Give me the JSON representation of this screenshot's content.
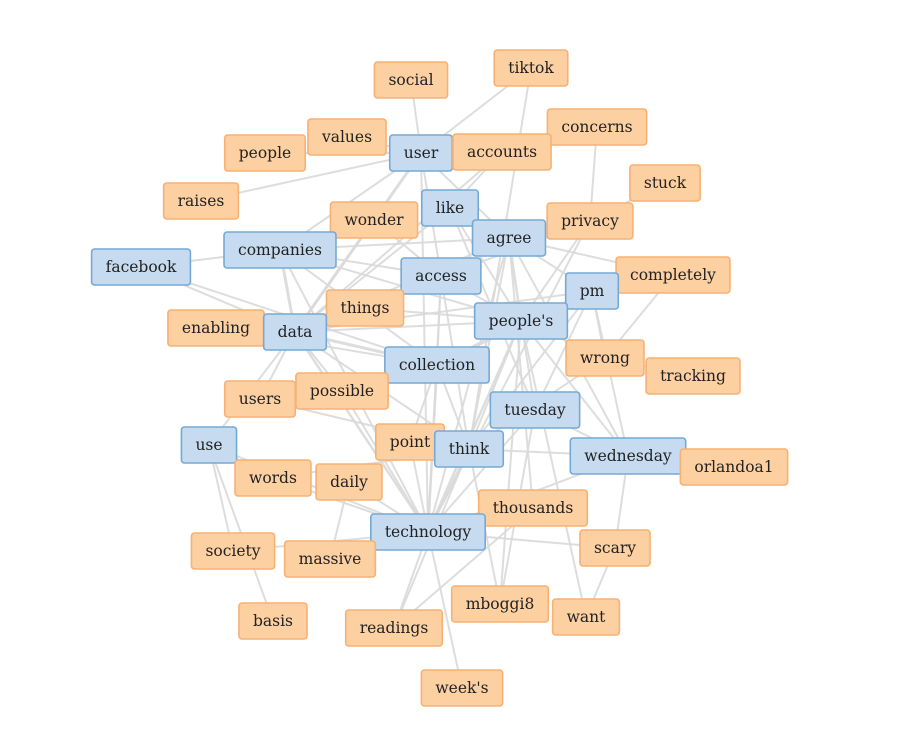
{
  "colors": {
    "blue_group": "#c6dbf0",
    "orange_group": "#fdd0a2"
  },
  "nodes": [
    {
      "id": "social",
      "label": "social",
      "group": "orange"
    },
    {
      "id": "tiktok",
      "label": "tiktok",
      "group": "orange"
    },
    {
      "id": "values",
      "label": "values",
      "group": "orange"
    },
    {
      "id": "concerns",
      "label": "concerns",
      "group": "orange"
    },
    {
      "id": "people",
      "label": "people",
      "group": "orange"
    },
    {
      "id": "user",
      "label": "user",
      "group": "blue"
    },
    {
      "id": "accounts",
      "label": "accounts",
      "group": "orange"
    },
    {
      "id": "stuck",
      "label": "stuck",
      "group": "orange"
    },
    {
      "id": "raises",
      "label": "raises",
      "group": "orange"
    },
    {
      "id": "like",
      "label": "like",
      "group": "blue"
    },
    {
      "id": "wonder",
      "label": "wonder",
      "group": "orange"
    },
    {
      "id": "privacy",
      "label": "privacy",
      "group": "orange"
    },
    {
      "id": "agree",
      "label": "agree",
      "group": "blue"
    },
    {
      "id": "companies",
      "label": "companies",
      "group": "blue"
    },
    {
      "id": "facebook",
      "label": "facebook",
      "group": "blue"
    },
    {
      "id": "access",
      "label": "access",
      "group": "blue"
    },
    {
      "id": "completely",
      "label": "completely",
      "group": "orange"
    },
    {
      "id": "pm",
      "label": "pm",
      "group": "blue"
    },
    {
      "id": "things",
      "label": "things",
      "group": "orange"
    },
    {
      "id": "enabling",
      "label": "enabling",
      "group": "orange"
    },
    {
      "id": "data",
      "label": "data",
      "group": "blue"
    },
    {
      "id": "peoples",
      "label": "people's",
      "group": "blue"
    },
    {
      "id": "wrong",
      "label": "wrong",
      "group": "orange"
    },
    {
      "id": "collection",
      "label": "collection",
      "group": "blue"
    },
    {
      "id": "tracking",
      "label": "tracking",
      "group": "orange"
    },
    {
      "id": "possible",
      "label": "possible",
      "group": "orange"
    },
    {
      "id": "users",
      "label": "users",
      "group": "orange"
    },
    {
      "id": "tuesday",
      "label": "tuesday",
      "group": "blue"
    },
    {
      "id": "point",
      "label": "point",
      "group": "orange"
    },
    {
      "id": "use",
      "label": "use",
      "group": "blue"
    },
    {
      "id": "think",
      "label": "think",
      "group": "blue"
    },
    {
      "id": "wednesday",
      "label": "wednesday",
      "group": "blue"
    },
    {
      "id": "orlandoa1",
      "label": "orlandoa1",
      "group": "orange"
    },
    {
      "id": "words",
      "label": "words",
      "group": "orange"
    },
    {
      "id": "daily",
      "label": "daily",
      "group": "orange"
    },
    {
      "id": "thousands",
      "label": "thousands",
      "group": "orange"
    },
    {
      "id": "technology",
      "label": "technology",
      "group": "blue"
    },
    {
      "id": "society",
      "label": "society",
      "group": "orange"
    },
    {
      "id": "massive",
      "label": "massive",
      "group": "orange"
    },
    {
      "id": "scary",
      "label": "scary",
      "group": "orange"
    },
    {
      "id": "mboggi8",
      "label": "mboggi8",
      "group": "orange"
    },
    {
      "id": "want",
      "label": "want",
      "group": "orange"
    },
    {
      "id": "basis",
      "label": "basis",
      "group": "orange"
    },
    {
      "id": "readings",
      "label": "readings",
      "group": "orange"
    },
    {
      "id": "weeks",
      "label": "week's",
      "group": "orange"
    }
  ],
  "edges": [
    [
      "social",
      "user"
    ],
    [
      "tiktok",
      "think"
    ],
    [
      "tiktok",
      "user"
    ],
    [
      "values",
      "user"
    ],
    [
      "people",
      "user"
    ],
    [
      "concerns",
      "user"
    ],
    [
      "concerns",
      "privacy"
    ],
    [
      "raises",
      "user"
    ],
    [
      "stuck",
      "privacy"
    ],
    [
      "user",
      "data"
    ],
    [
      "user",
      "companies"
    ],
    [
      "user",
      "access"
    ],
    [
      "user",
      "technology"
    ],
    [
      "user",
      "agree"
    ],
    [
      "accounts",
      "user"
    ],
    [
      "accounts",
      "data"
    ],
    [
      "accounts",
      "like"
    ],
    [
      "like",
      "data"
    ],
    [
      "like",
      "agree"
    ],
    [
      "like",
      "peoples"
    ],
    [
      "like",
      "tuesday"
    ],
    [
      "wonder",
      "data"
    ],
    [
      "wonder",
      "access"
    ],
    [
      "privacy",
      "data"
    ],
    [
      "privacy",
      "peoples"
    ],
    [
      "privacy",
      "technology"
    ],
    [
      "agree",
      "peoples"
    ],
    [
      "agree",
      "pm"
    ],
    [
      "agree",
      "think"
    ],
    [
      "agree",
      "wednesday"
    ],
    [
      "agree",
      "thousands"
    ],
    [
      "agree",
      "companies"
    ],
    [
      "agree",
      "technology"
    ],
    [
      "agree",
      "data"
    ],
    [
      "companies",
      "data"
    ],
    [
      "companies",
      "technology"
    ],
    [
      "companies",
      "peoples"
    ],
    [
      "companies",
      "access"
    ],
    [
      "companies",
      "collection"
    ],
    [
      "facebook",
      "data"
    ],
    [
      "facebook",
      "companies"
    ],
    [
      "facebook",
      "collection"
    ],
    [
      "access",
      "data"
    ],
    [
      "access",
      "peoples"
    ],
    [
      "access",
      "technology"
    ],
    [
      "access",
      "think"
    ],
    [
      "access",
      "collection"
    ],
    [
      "completely",
      "pm"
    ],
    [
      "completely",
      "wrong"
    ],
    [
      "completely",
      "agree"
    ],
    [
      "pm",
      "peoples"
    ],
    [
      "pm",
      "wednesday"
    ],
    [
      "pm",
      "think"
    ],
    [
      "pm",
      "tuesday"
    ],
    [
      "pm",
      "collection"
    ],
    [
      "things",
      "data"
    ],
    [
      "things",
      "peoples"
    ],
    [
      "enabling",
      "data"
    ],
    [
      "enabling",
      "collection"
    ],
    [
      "data",
      "collection"
    ],
    [
      "data",
      "technology"
    ],
    [
      "data",
      "use"
    ],
    [
      "data",
      "peoples"
    ],
    [
      "data",
      "think"
    ],
    [
      "data",
      "pm"
    ],
    [
      "peoples",
      "technology"
    ],
    [
      "peoples",
      "think"
    ],
    [
      "peoples",
      "tuesday"
    ],
    [
      "peoples",
      "wednesday"
    ],
    [
      "peoples",
      "collection"
    ],
    [
      "wrong",
      "peoples"
    ],
    [
      "wrong",
      "think"
    ],
    [
      "wrong",
      "tracking"
    ],
    [
      "wrong",
      "pm"
    ],
    [
      "collection",
      "technology"
    ],
    [
      "collection",
      "think"
    ],
    [
      "collection",
      "possible"
    ],
    [
      "collection",
      "point"
    ],
    [
      "possible",
      "data"
    ],
    [
      "possible",
      "technology"
    ],
    [
      "users",
      "data"
    ],
    [
      "users",
      "think"
    ],
    [
      "tuesday",
      "technology"
    ],
    [
      "tuesday",
      "wednesday"
    ],
    [
      "tuesday",
      "mboggi8"
    ],
    [
      "point",
      "technology"
    ],
    [
      "use",
      "technology"
    ],
    [
      "use",
      "society"
    ],
    [
      "use",
      "words"
    ],
    [
      "think",
      "technology"
    ],
    [
      "think",
      "wednesday"
    ],
    [
      "think",
      "mboggi8"
    ],
    [
      "think",
      "readings"
    ],
    [
      "wednesday",
      "orlandoa1"
    ],
    [
      "wednesday",
      "scary"
    ],
    [
      "wednesday",
      "technology"
    ],
    [
      "words",
      "technology"
    ],
    [
      "words",
      "think"
    ],
    [
      "daily",
      "technology"
    ],
    [
      "daily",
      "massive"
    ],
    [
      "thousands",
      "technology"
    ],
    [
      "thousands",
      "readings"
    ],
    [
      "technology",
      "society"
    ],
    [
      "technology",
      "massive"
    ],
    [
      "technology",
      "readings"
    ],
    [
      "technology",
      "weeks"
    ],
    [
      "technology",
      "scary"
    ],
    [
      "scary",
      "want"
    ],
    [
      "want",
      "peoples"
    ],
    [
      "basis",
      "use"
    ],
    [
      "mboggi8",
      "peoples"
    ]
  ]
}
